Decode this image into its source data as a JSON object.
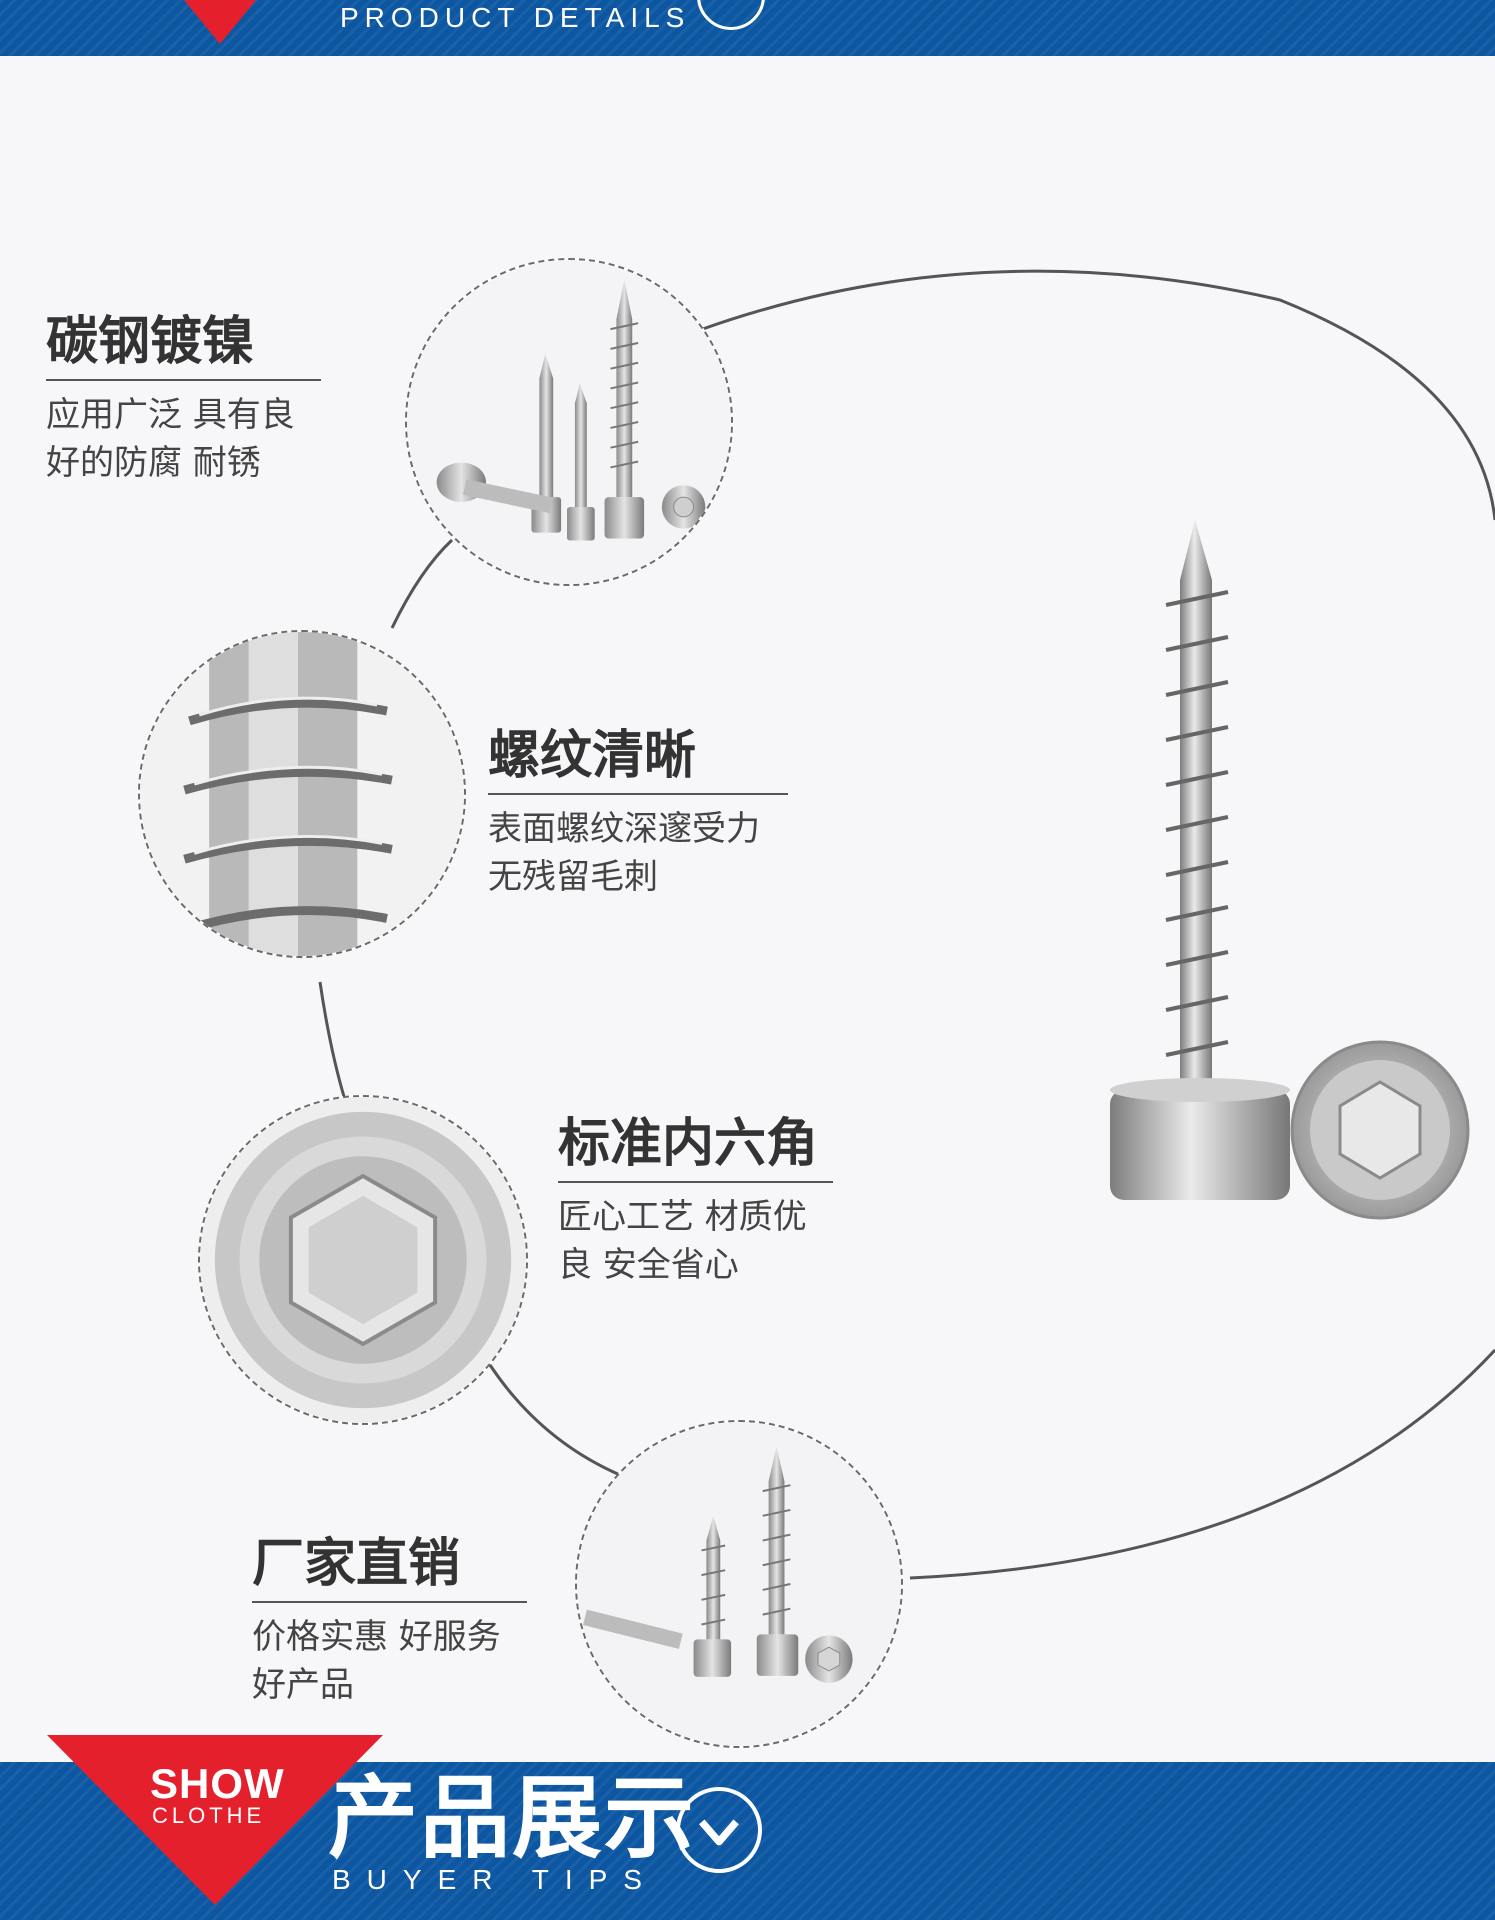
{
  "header": {
    "subtitle": "PRODUCT DETAILS",
    "colors": {
      "band": "#0d57a2",
      "accent": "#e5202d"
    }
  },
  "features": [
    {
      "title": "碳钢镀镍",
      "desc_line1": "应用广泛 具有良",
      "desc_line2": "好的防腐 耐锈"
    },
    {
      "title": "螺纹清晰",
      "desc_line1": "表面螺纹深邃受力",
      "desc_line2": "无残留毛刺"
    },
    {
      "title": "标准内六角",
      "desc_line1": "匠心工艺 材质优",
      "desc_line2": "良 安全省心"
    },
    {
      "title": "厂家直销",
      "desc_line1": "价格实惠 好服务",
      "desc_line2": "好产品"
    }
  ],
  "footer": {
    "badge_top": "SHOW",
    "badge_bottom": "CLOTHE",
    "title": "产品展示",
    "subtitle": "BUYER TIPS",
    "icon": "chevron-down-circle-icon"
  }
}
